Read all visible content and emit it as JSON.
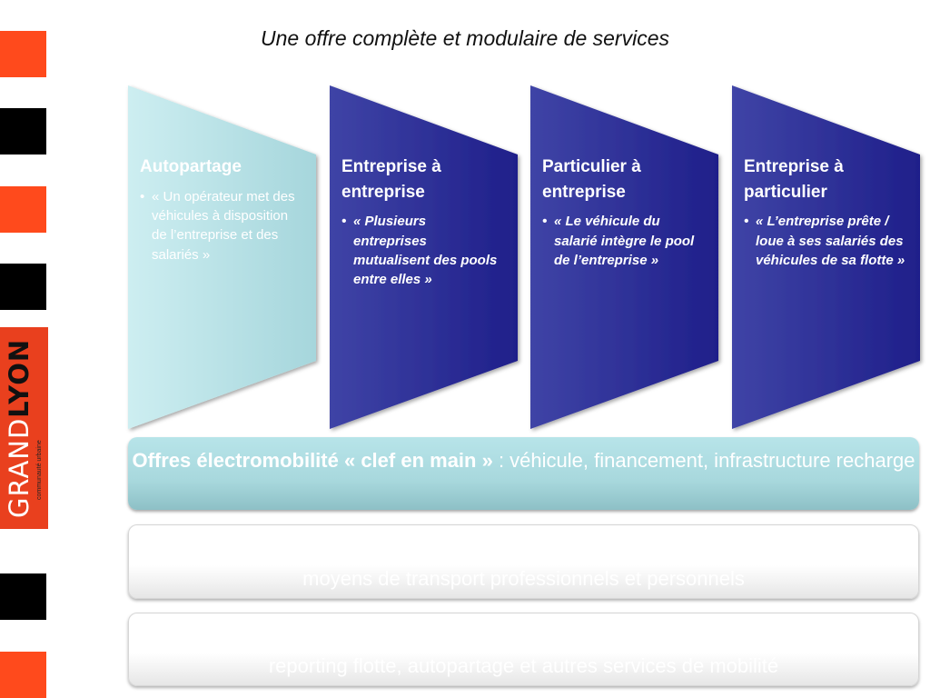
{
  "title": "Une offre complète et modulaire de services",
  "logo": {
    "grand": "GRAND",
    "lyon": "LYON",
    "subtitle": "communauté urbaine"
  },
  "cards": [
    {
      "heading": "Autopartage",
      "bullet": "« Un opérateur met des véhicules à disposition de l’entreprise et des salariés »"
    },
    {
      "heading": "Entreprise à entreprise",
      "bullet": "« Plusieurs entreprises mutualisent des pools entre elles »"
    },
    {
      "heading": "Particulier à entreprise",
      "bullet": "« Le véhicule du salarié intègre le pool de l’entreprise »"
    },
    {
      "heading": "Entreprise à particulier",
      "bullet": "« L’entreprise prête / loue à ses salariés des véhicules de sa flotte »"
    }
  ],
  "bars": [
    {
      "bold": "Offres électromobilité « clef en main »",
      "rest": " : véhicule, financement, infrastructure recharge"
    },
    {
      "text": "moyens de transport professionnels et personnels"
    },
    {
      "text": "reporting flotte, autopartage et autres services de mobilité"
    }
  ],
  "colors": {
    "accent_orange": "#ff4a1c",
    "teal_card": "#b4e0e6",
    "navy_card": "#2a2a93"
  }
}
